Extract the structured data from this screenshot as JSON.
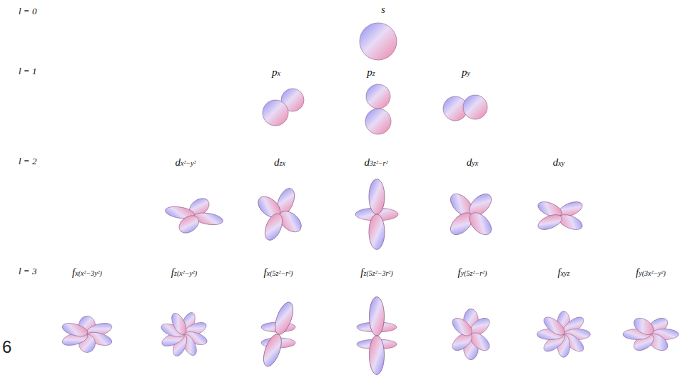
{
  "diagram": {
    "labels": [
      "l = 0",
      "s",
      "l = 1",
      "px",
      "pz",
      "py",
      "l = 2",
      "dx²−y²",
      "dzx",
      "d3z²−r²",
      "dyx",
      "dxy",
      "l = 3",
      "fx(x²−3y²)",
      "fz(x²−y²)",
      "fx(5z²−r²)",
      "fz(5z²−3r²)",
      "fy(5z²−r²)",
      "fxyz",
      "fy(3x²−y²)",
      "6"
    ]
  }
}
